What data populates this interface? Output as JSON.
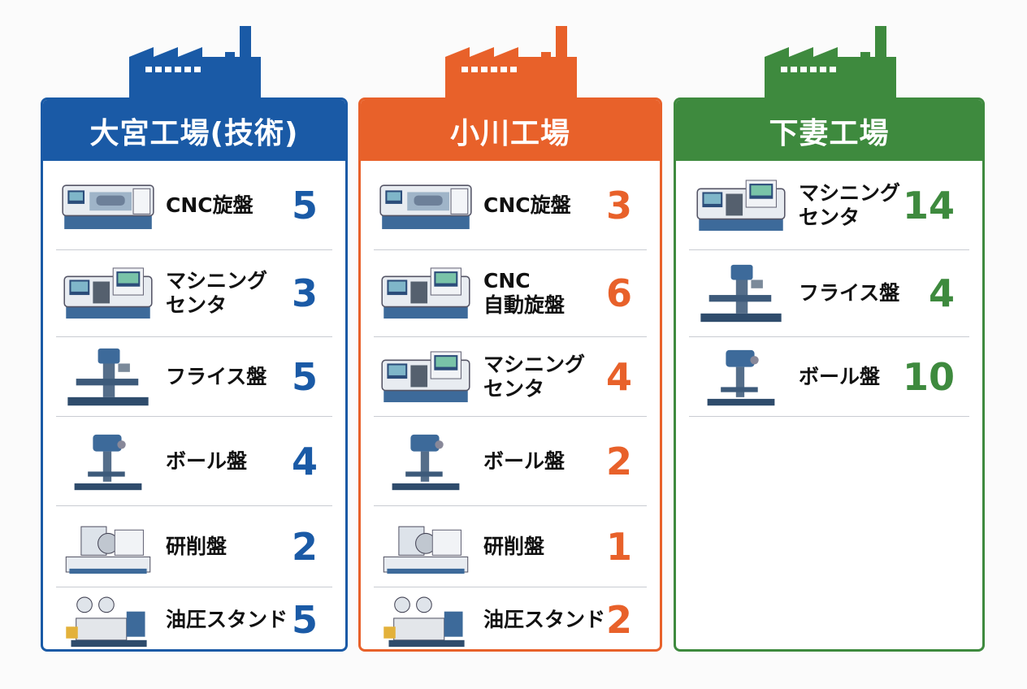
{
  "colors": {
    "omiya": "#1a5aa6",
    "ogawa": "#e8612a",
    "shimotsuma": "#3e8a3e"
  },
  "factories": [
    {
      "name": "大宮工場(技術)",
      "items": [
        {
          "label": "CNC旋盤",
          "count": "5",
          "icon": "cnc-lathe-icon"
        },
        {
          "label": "マシニング\nセンタ",
          "count": "3",
          "icon": "machining-center-icon"
        },
        {
          "label": "フライス盤",
          "count": "5",
          "icon": "milling-machine-icon"
        },
        {
          "label": "ボール盤",
          "count": "4",
          "icon": "drill-press-icon"
        },
        {
          "label": "研削盤",
          "count": "2",
          "icon": "grinder-icon"
        },
        {
          "label": "油圧スタンド",
          "count": "5",
          "icon": "hydraulic-stand-icon"
        }
      ]
    },
    {
      "name": "小川工場",
      "items": [
        {
          "label": "CNC旋盤",
          "count": "3",
          "icon": "cnc-lathe-icon"
        },
        {
          "label": "CNC\n自動旋盤",
          "count": "6",
          "icon": "cnc-automatic-lathe-icon"
        },
        {
          "label": "マシニング\nセンタ",
          "count": "4",
          "icon": "machining-center-icon"
        },
        {
          "label": "ボール盤",
          "count": "2",
          "icon": "drill-press-icon"
        },
        {
          "label": "研削盤",
          "count": "1",
          "icon": "grinder-icon"
        },
        {
          "label": "油圧スタンド",
          "count": "2",
          "icon": "hydraulic-stand-icon"
        }
      ]
    },
    {
      "name": "下妻工場",
      "items": [
        {
          "label": "マシニング\nセンタ",
          "count": "14",
          "icon": "machining-center-icon"
        },
        {
          "label": "フライス盤",
          "count": "4",
          "icon": "milling-machine-icon"
        },
        {
          "label": "ボール盤",
          "count": "10",
          "icon": "drill-press-icon"
        }
      ]
    }
  ]
}
